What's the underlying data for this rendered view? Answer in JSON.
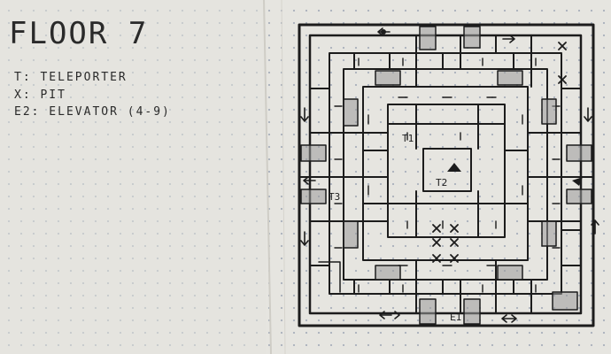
{
  "title": "FLOOR 7",
  "legend": [
    {
      "text": "T: TELEPORTER"
    },
    {
      "text": "X: PIT"
    },
    {
      "text": "E2: ELEVATOR (4-9)"
    }
  ],
  "map_labels": {
    "teleporter_1": "T1",
    "teleporter_2": "T2",
    "teleporter_3": "T3",
    "elevator": "E1"
  },
  "pits": 8
}
